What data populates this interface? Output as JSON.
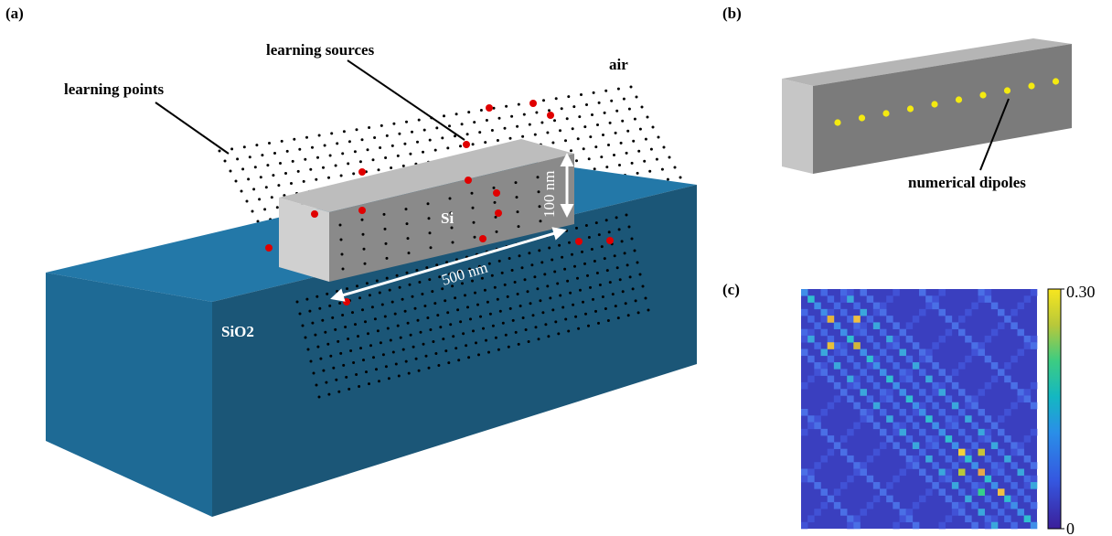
{
  "panels": {
    "a": {
      "tag": "(a)",
      "label_learning_points": "learning points",
      "label_learning_sources": "learning sources",
      "label_air": "air",
      "label_si": "Si",
      "label_sio2": "SiO2",
      "label_length": "500 nm",
      "label_height": "100 nm"
    },
    "b": {
      "tag": "(b)",
      "label_dipoles": "numerical dipoles"
    },
    "c": {
      "tag": "(c)",
      "colorbar_max": "0.30",
      "colorbar_min": "0"
    }
  },
  "colors": {
    "substrate_front": "#1b5677",
    "substrate_top": "#2378a8",
    "substrate_side": "#1e6a95",
    "si_front": "#d0d0d0",
    "si_top": "#bdbdbd",
    "si_side": "#8a8a8a",
    "source_red": "#e00000",
    "dipole_yellow": "#f4ea10",
    "matrix_bg": "#3a3fbf"
  }
}
